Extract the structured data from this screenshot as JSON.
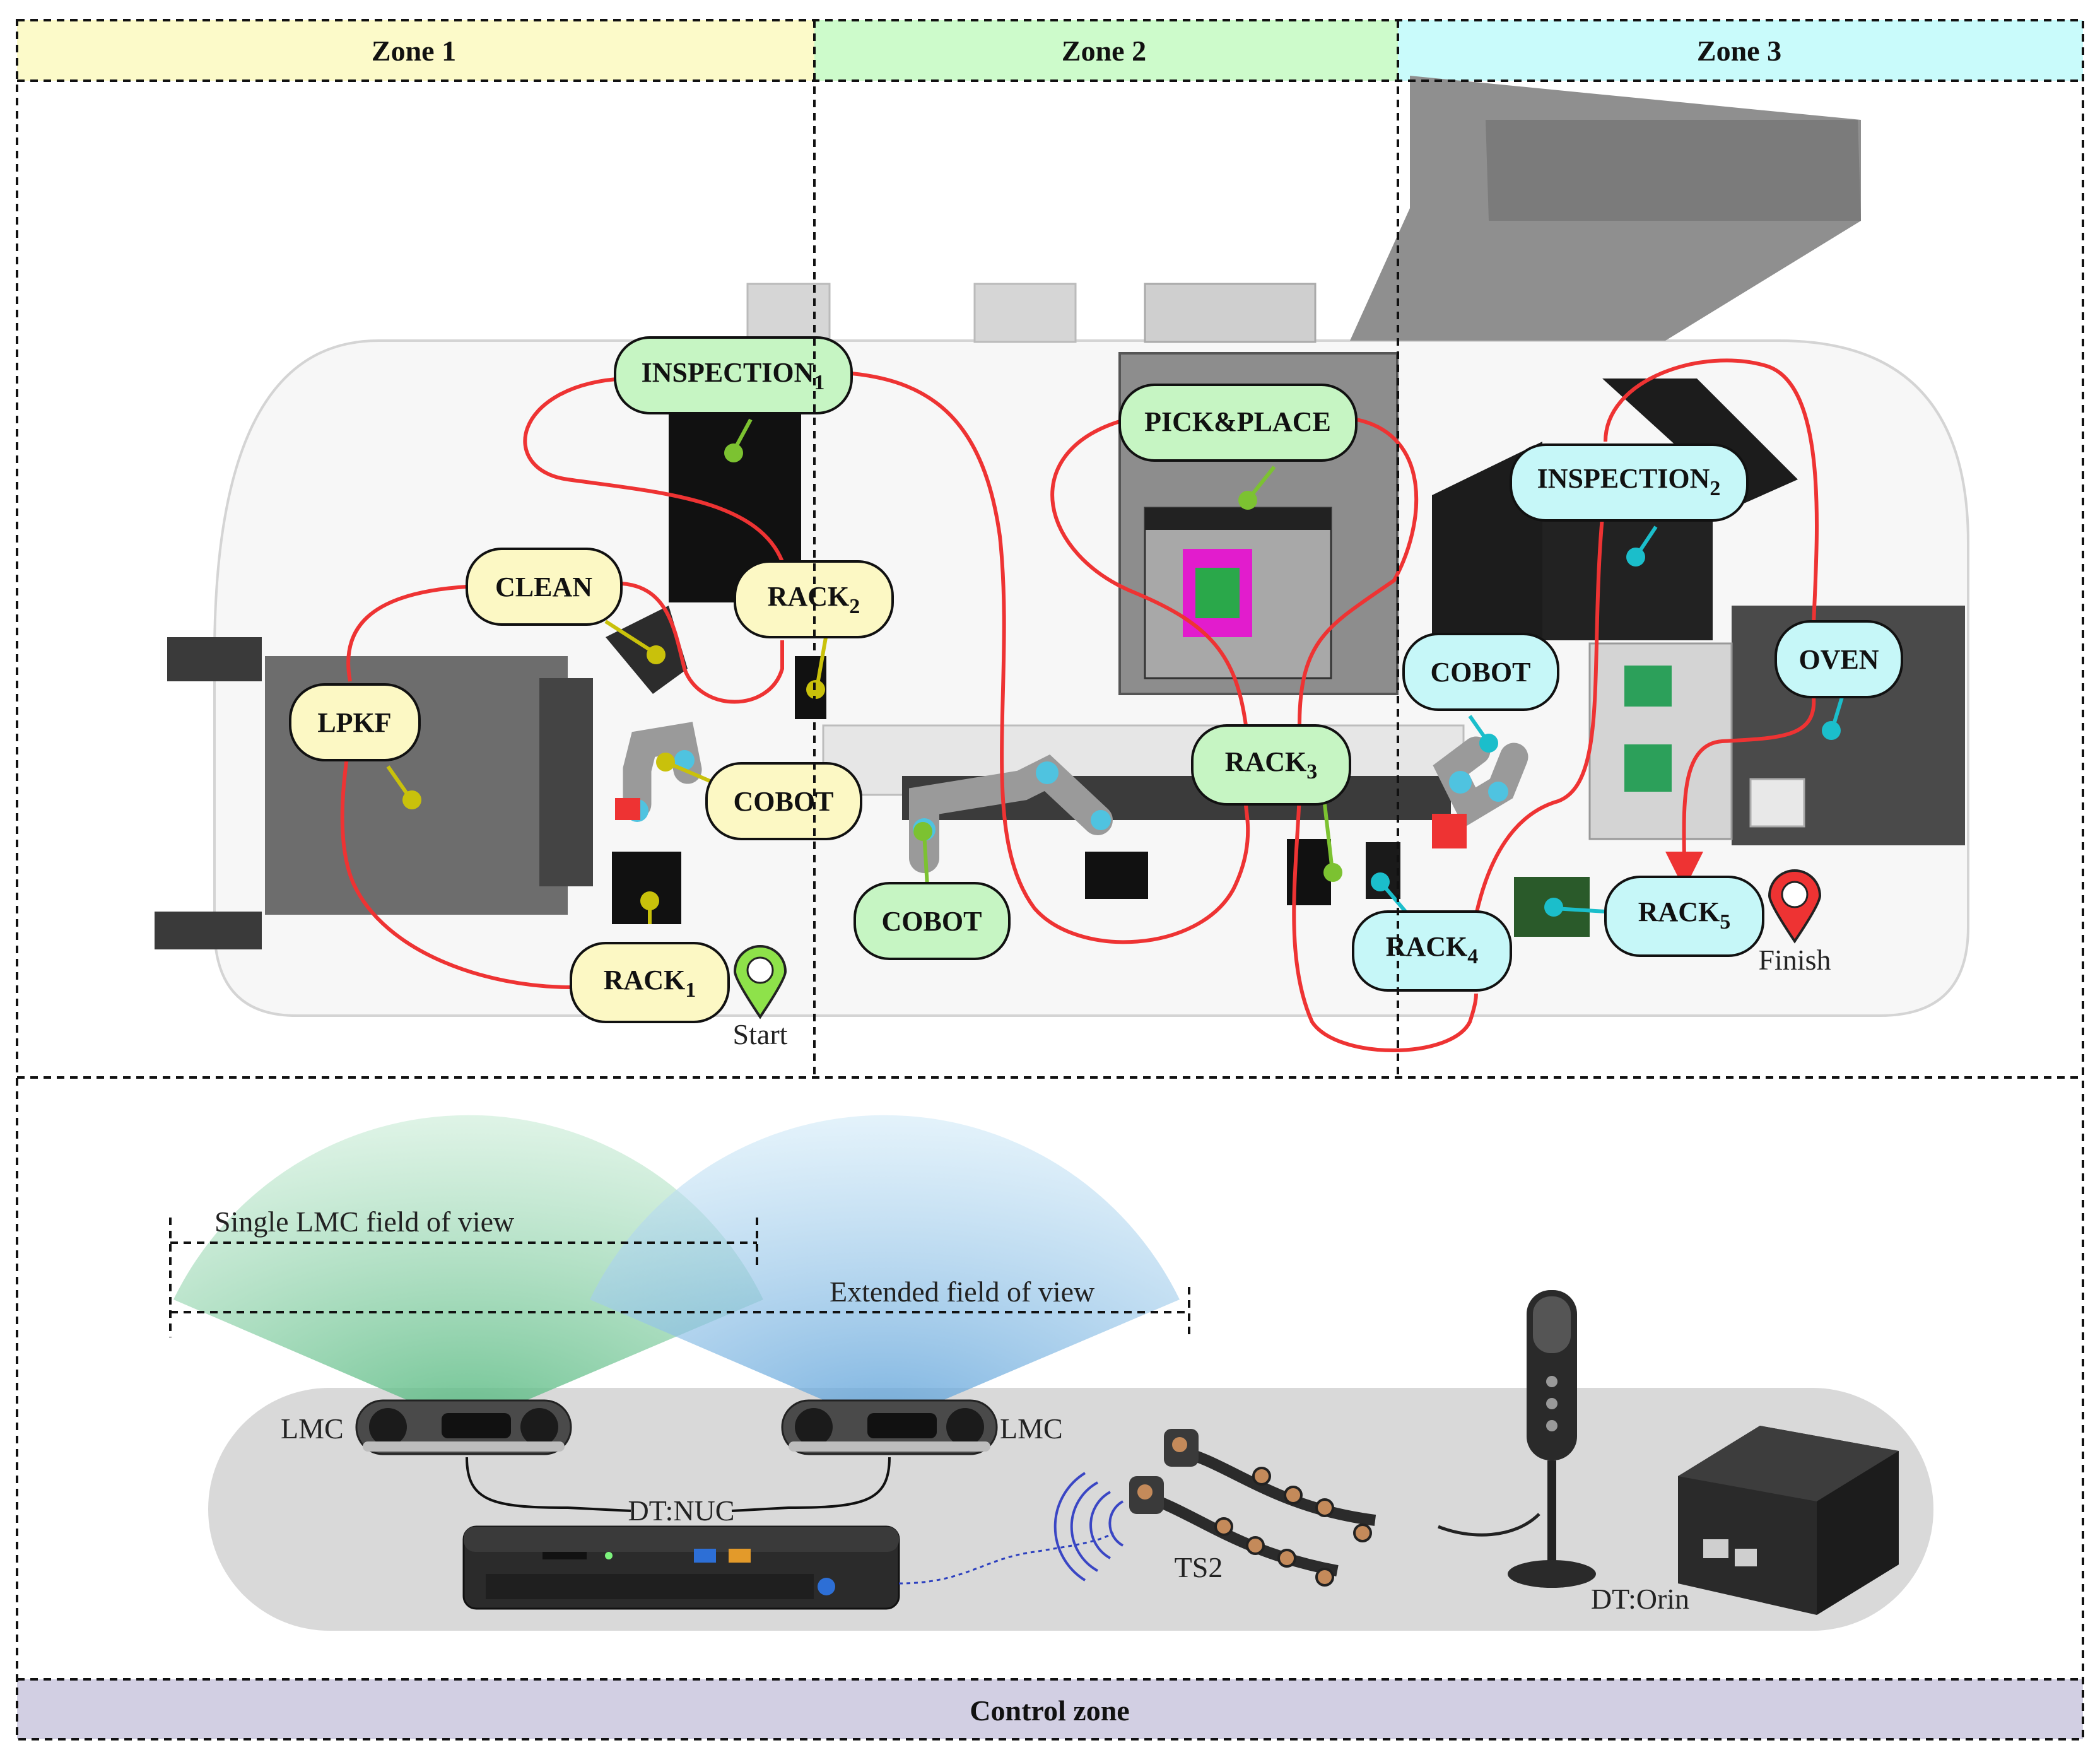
{
  "zones": {
    "zone1": "Zone 1",
    "zone2": "Zone 2",
    "zone3": "Zone 3",
    "control": "Control zone"
  },
  "colors": {
    "zone1": "#fcfac9",
    "zone2": "#cdfbcb",
    "zone3": "#c9fbfb",
    "control": "#d2cfe3",
    "route": "#ee3333",
    "zone1_node": "#fcf8c4",
    "zone2_node": "#c6f5c3",
    "zone3_node": "#c6f7f8"
  },
  "stations": {
    "inspection1": {
      "base": "INSPECTION",
      "sub": "1"
    },
    "clean": {
      "base": "CLEAN",
      "sub": ""
    },
    "rack2": {
      "base": "RACK",
      "sub": "2"
    },
    "lpkf": {
      "base": "LPKF",
      "sub": ""
    },
    "cobot_z1": {
      "base": "COBOT",
      "sub": ""
    },
    "rack1": {
      "base": "RACK",
      "sub": "1"
    },
    "pick_place": {
      "base": "PICK&PLACE",
      "sub": ""
    },
    "rack3": {
      "base": "RACK",
      "sub": "3"
    },
    "cobot_z2": {
      "base": "COBOT",
      "sub": ""
    },
    "inspection2": {
      "base": "INSPECTION",
      "sub": "2"
    },
    "cobot_z3": {
      "base": "COBOT",
      "sub": ""
    },
    "oven": {
      "base": "OVEN",
      "sub": ""
    },
    "rack4": {
      "base": "RACK",
      "sub": "4"
    },
    "rack5": {
      "base": "RACK",
      "sub": "5"
    }
  },
  "markers": {
    "start": "Start",
    "finish": "Finish"
  },
  "control": {
    "single_fov": "Single LMC field of view",
    "extended_fov": "Extended field of view",
    "lmc_left": "LMC",
    "lmc_right": "LMC",
    "nuc": "DT:NUC",
    "ts2": "TS2",
    "orin": "DT:Orin"
  },
  "icons": [
    "location-pin-icon",
    "microphone-icon",
    "mini-pc-icon",
    "leap-motion-controller-icon",
    "haptic-glove-icon",
    "wireless-signal-icon",
    "jetson-orin-icon",
    "robot-arm-icon"
  ]
}
